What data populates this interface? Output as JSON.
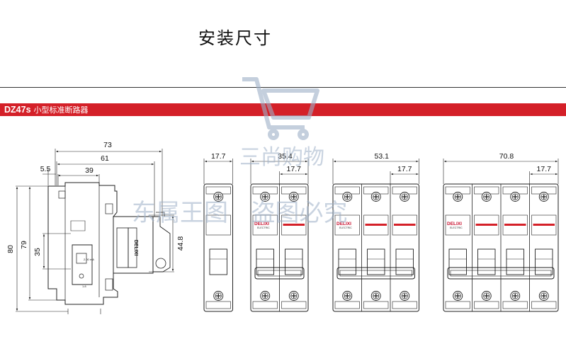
{
  "page": {
    "title": "安装尺寸"
  },
  "section": {
    "model": "DZ47s",
    "description": "小型标准断路器"
  },
  "brand": {
    "name": "DELIXI",
    "sub": "ELECTRIC"
  },
  "side_view": {
    "dims": {
      "total_depth": "73",
      "depth_61": "61",
      "depth_39": "39",
      "offset_5_5": "5.5",
      "height_80": "80",
      "height_79": "79",
      "height_35": "35",
      "height_44_8": "44.8"
    },
    "label_on_knob": "DELIXI"
  },
  "front_views": [
    {
      "poles": 1,
      "width_label": "17.7"
    },
    {
      "poles": 2,
      "width_label": "35.4",
      "pole_label": "17.7"
    },
    {
      "poles": 3,
      "width_label": "53.1",
      "pole_label": "17.7"
    },
    {
      "poles": 4,
      "width_label": "70.8",
      "pole_label": "17.7"
    }
  ],
  "watermark": {
    "line1": "三尚购物",
    "line2": "东属王图   盗图必究"
  },
  "colors": {
    "accent": "#d42028",
    "watermark": "#9db0c8"
  }
}
